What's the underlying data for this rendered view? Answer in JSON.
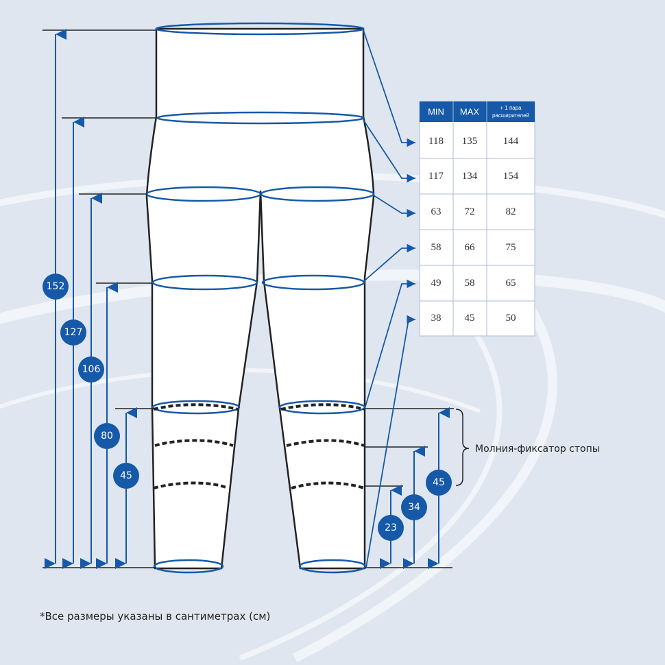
{
  "colors": {
    "accent": "#1559a8",
    "background": "#dfe6ef",
    "line": "#222222"
  },
  "measurements": {
    "left": [
      "152",
      "127",
      "106",
      "80",
      "45"
    ],
    "right": [
      "45",
      "34",
      "23"
    ]
  },
  "table": {
    "headers": [
      "MIN",
      "MAX"
    ],
    "header_extra_line1": "+ 1 пара",
    "header_extra_line2": "расширителей",
    "rows": [
      [
        "118",
        "135",
        "144"
      ],
      [
        "117",
        "134",
        "154"
      ],
      [
        "63",
        "72",
        "82"
      ],
      [
        "58",
        "66",
        "75"
      ],
      [
        "49",
        "58",
        "65"
      ],
      [
        "38",
        "45",
        "50"
      ]
    ]
  },
  "zipper_label": "Молния-фиксатор стопы",
  "footnote": "*Все размеры указаны в сантиметрах (см)"
}
